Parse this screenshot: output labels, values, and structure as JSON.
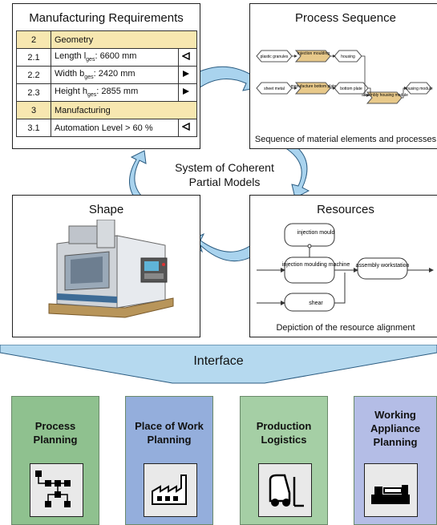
{
  "requirements": {
    "title": "Manufacturing Requirements",
    "rows": [
      {
        "num": "2",
        "text": "Geometry",
        "section": true,
        "marker": ""
      },
      {
        "num": "2.1",
        "text_before": "Length l",
        "sub": "ges",
        "text_after": ": 6600 mm",
        "marker": "outline-left-triangle"
      },
      {
        "num": "2.2",
        "text_before": "Width  b",
        "sub": "ges",
        "text_after": ": 2420 mm",
        "marker": "filled-right-triangle"
      },
      {
        "num": "2.3",
        "text_before": "Height h",
        "sub": "ges",
        "text_after": ": 2855 mm",
        "marker": "filled-right-triangle"
      },
      {
        "num": "3",
        "text": "Manufacturing",
        "section": true,
        "marker": ""
      },
      {
        "num": "3.1",
        "text": "Automation Level > 60 %",
        "marker": "outline-left-triangle"
      }
    ]
  },
  "process": {
    "title": "Process Sequence",
    "caption": "Sequence of material elements and processes",
    "nodes": {
      "plastic": "plastic granules",
      "injection": "injection moulding",
      "housing": "housing",
      "sheet": "sheet metal",
      "manufacture": "manufacture bottom plate",
      "bottom": "bottom plate",
      "assembly": "assembly housing module",
      "module": "housing module"
    }
  },
  "center": {
    "line1": "System of Coherent",
    "line2": "Partial Models"
  },
  "shape": {
    "title": "Shape"
  },
  "resources": {
    "title": "Resources",
    "caption": "Depiction of the resource alignment",
    "nodes": {
      "mould": "injection mould",
      "machine": "injection moulding machine",
      "shear": "shear",
      "workstation": "assembly workstation"
    }
  },
  "interface": {
    "label": "Interface"
  },
  "cards": [
    {
      "title": "Process\nPlanning",
      "color": "#8fc18f",
      "icon": "flowchart-icon"
    },
    {
      "title": "Place of Work\nPlanning",
      "color": "#94aedc",
      "icon": "factory-icon"
    },
    {
      "title": "Production\nLogistics",
      "color": "#a5cfa5",
      "icon": "forklift-icon"
    },
    {
      "title": "Working\nAppliance\nPlanning",
      "color": "#b4bde6",
      "icon": "machine-tool-icon"
    }
  ],
  "colors": {
    "section_fill": "#f7e7b0",
    "process_highlight": "#e8c98a",
    "cycle_arrow": "#a9d3ee",
    "interface_band": "#b5d9ef"
  }
}
